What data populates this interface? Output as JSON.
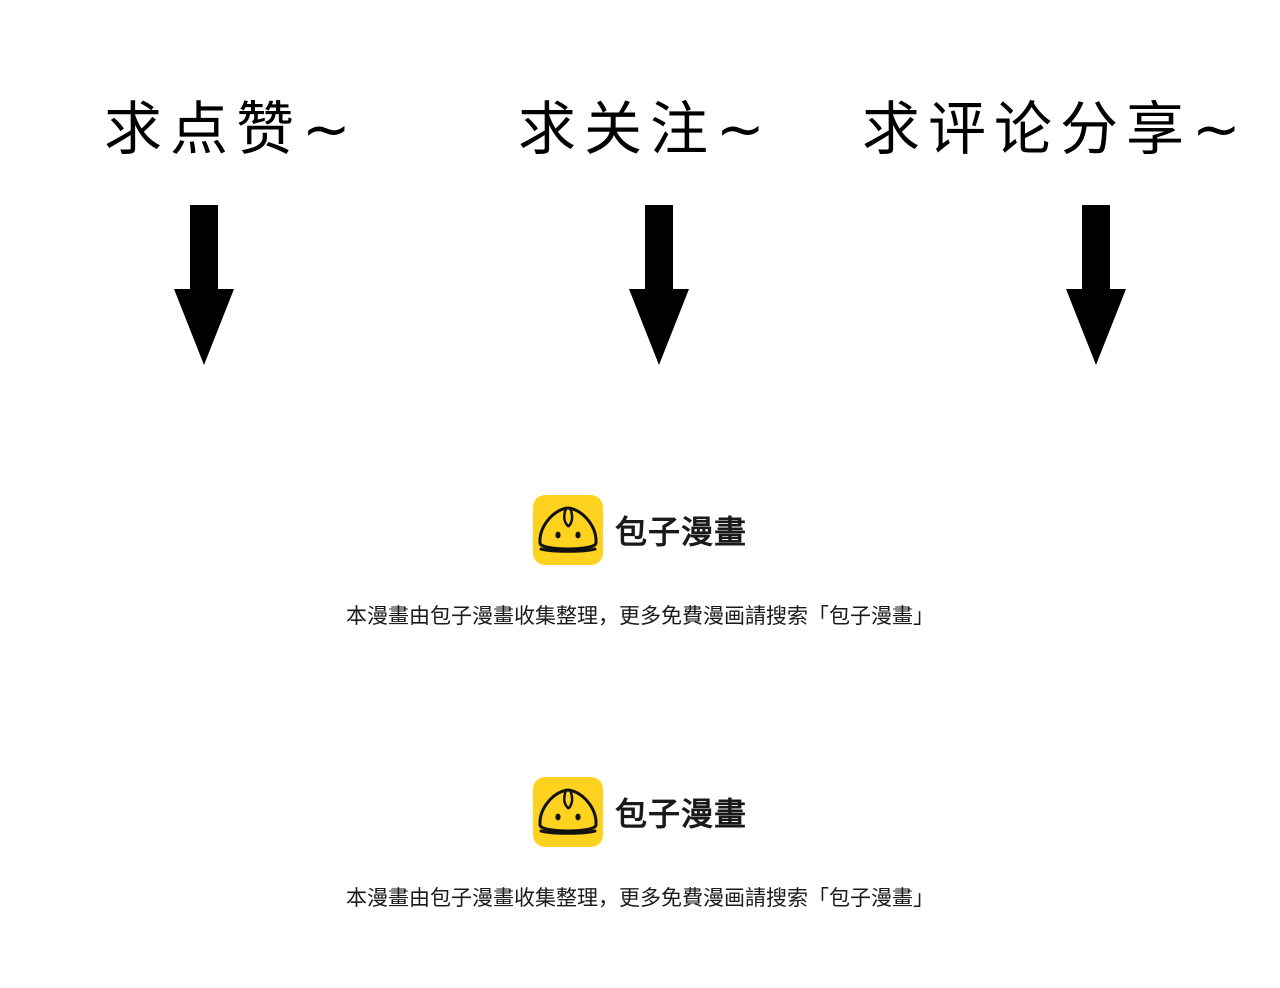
{
  "calls_to_action": {
    "like": "求点赞~",
    "follow": "求关注~",
    "comment_share": "求评论分享~"
  },
  "icons": {
    "arrow": "down-arrow-icon",
    "logo": "steamed-bun-logo-icon"
  },
  "brand": {
    "name": "包子漫畫",
    "note": "本漫畫由包子漫畫收集整理，更多免費漫画請搜索「包子漫畫」"
  },
  "colors": {
    "logo_background": "#ffd21f",
    "arrow": "#000000"
  }
}
